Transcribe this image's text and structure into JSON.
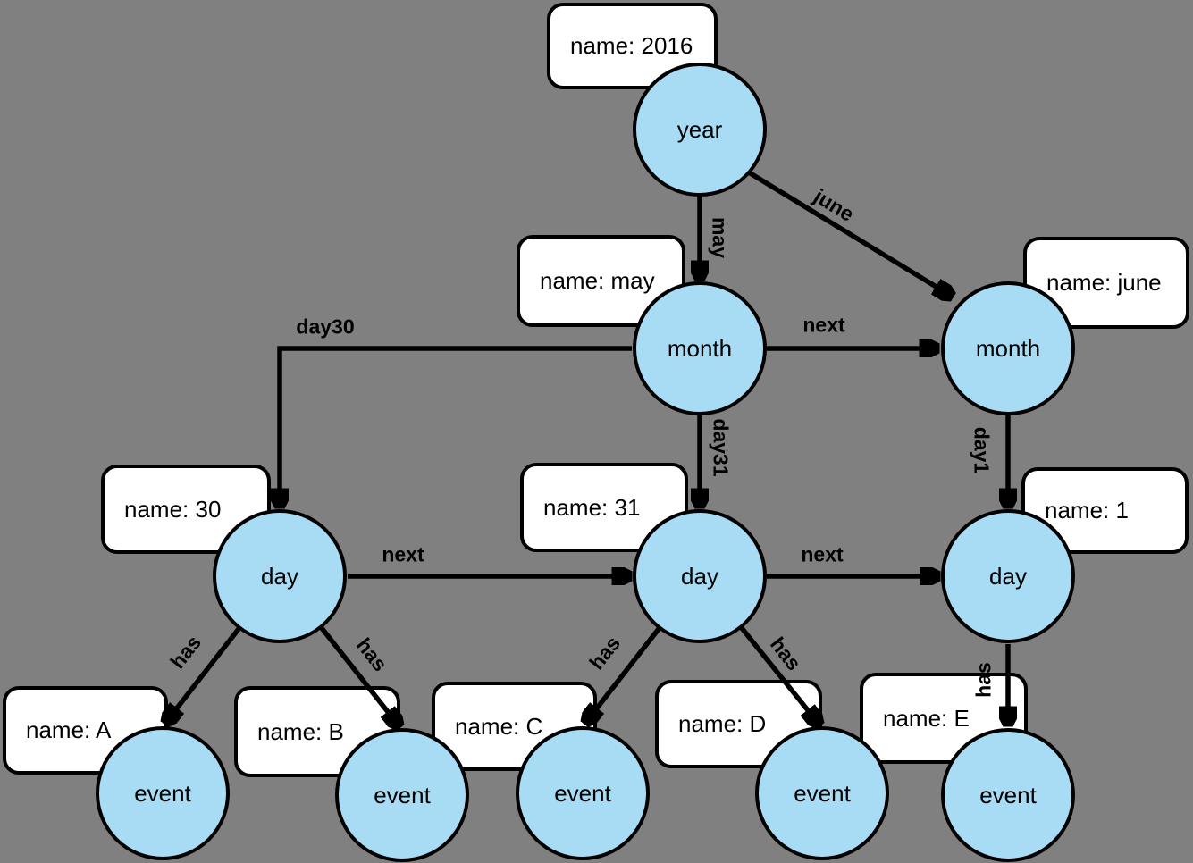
{
  "diagram": {
    "background_color": "#808080",
    "node_fill_color": "#a8dcf5",
    "node_border_color": "#000000",
    "property_box_fill_color": "#ffffff",
    "edge_color": "#000000"
  },
  "nodes": [
    {
      "id": "year",
      "label": "year"
    },
    {
      "id": "month-may",
      "label": "month"
    },
    {
      "id": "month-june",
      "label": "month"
    },
    {
      "id": "day-30",
      "label": "day"
    },
    {
      "id": "day-31",
      "label": "day"
    },
    {
      "id": "day-1",
      "label": "day"
    },
    {
      "id": "event-a",
      "label": "event"
    },
    {
      "id": "event-b",
      "label": "event"
    },
    {
      "id": "event-c",
      "label": "event"
    },
    {
      "id": "event-d",
      "label": "event"
    },
    {
      "id": "event-e",
      "label": "event"
    }
  ],
  "properties": [
    {
      "for": "year",
      "label": "name: 2016"
    },
    {
      "for": "month-may",
      "label": "name: may"
    },
    {
      "for": "month-june",
      "label": "name: june"
    },
    {
      "for": "day-30",
      "label": "name: 30"
    },
    {
      "for": "day-31",
      "label": "name: 31"
    },
    {
      "for": "day-1",
      "label": "name: 1"
    },
    {
      "for": "event-a",
      "label": "name: A"
    },
    {
      "for": "event-b",
      "label": "name: B"
    },
    {
      "for": "event-c",
      "label": "name: C"
    },
    {
      "for": "event-d",
      "label": "name: D"
    },
    {
      "for": "event-e",
      "label": "name: E"
    }
  ],
  "edges": [
    {
      "from": "year",
      "to": "month-may",
      "label": "may"
    },
    {
      "from": "year",
      "to": "month-june",
      "label": "june"
    },
    {
      "from": "month-may",
      "to": "month-june",
      "label": "next"
    },
    {
      "from": "month-may",
      "to": "day-30",
      "label": "day30"
    },
    {
      "from": "month-may",
      "to": "day-31",
      "label": "day31"
    },
    {
      "from": "month-june",
      "to": "day-1",
      "label": "day1"
    },
    {
      "from": "day-30",
      "to": "day-31",
      "label": "next"
    },
    {
      "from": "day-31",
      "to": "day-1",
      "label": "next"
    },
    {
      "from": "day-30",
      "to": "event-a",
      "label": "has"
    },
    {
      "from": "day-30",
      "to": "event-b",
      "label": "has"
    },
    {
      "from": "day-31",
      "to": "event-c",
      "label": "has"
    },
    {
      "from": "day-31",
      "to": "event-d",
      "label": "has"
    },
    {
      "from": "day-1",
      "to": "event-e",
      "label": "has"
    }
  ]
}
